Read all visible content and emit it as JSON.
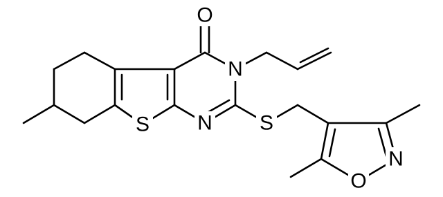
{
  "figure": {
    "kind": "chemical-structure",
    "colors": {
      "bond": "#000000",
      "label": "#000000",
      "background": "#ffffff"
    },
    "atom_labels": {
      "carbonyl_oxygen": "O",
      "ring_nitrogen": "N",
      "thiophene_sulfur": "S",
      "pyrimidine_nitrogen": "N",
      "thioether_sulfur": "S",
      "isoxazole_nitrogen": "N",
      "isoxazole_oxygen": "O"
    }
  }
}
